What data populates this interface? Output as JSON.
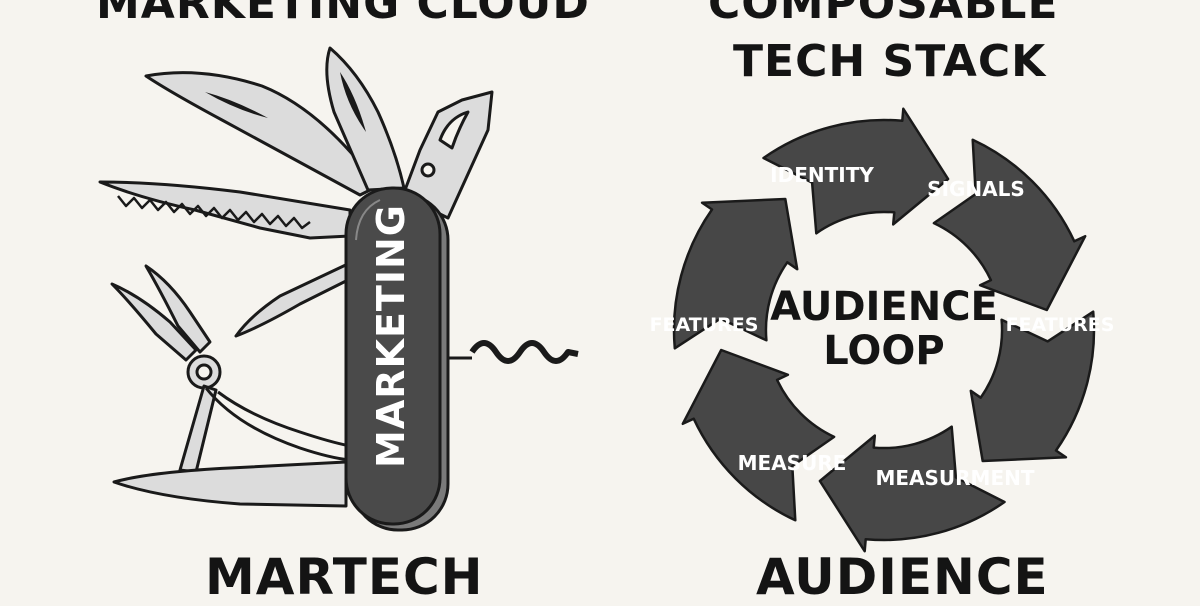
{
  "left_panel": {
    "title": "MARKETING CLOUD",
    "handle_label": "MARKETING",
    "caption": "MARTECH"
  },
  "right_panel": {
    "title_line1": "COMPOSABLE",
    "title_line2": "TECH STACK",
    "center_line1": "AUDIENCE",
    "center_line2": "LOOP",
    "caption": "AUDIENCE",
    "segments": {
      "identity": "IDENTITY",
      "signals": "SIGNALS",
      "features_right": "FEATURES",
      "measurment": "MEASURMENT",
      "measure": "MEASURE",
      "features_left": "FEATURES"
    }
  },
  "colors": {
    "background": "#f6f4ef",
    "dark_gray": "#4a4a4a",
    "blade_gray": "#d9d9d9",
    "outline": "#1a1a1a"
  }
}
